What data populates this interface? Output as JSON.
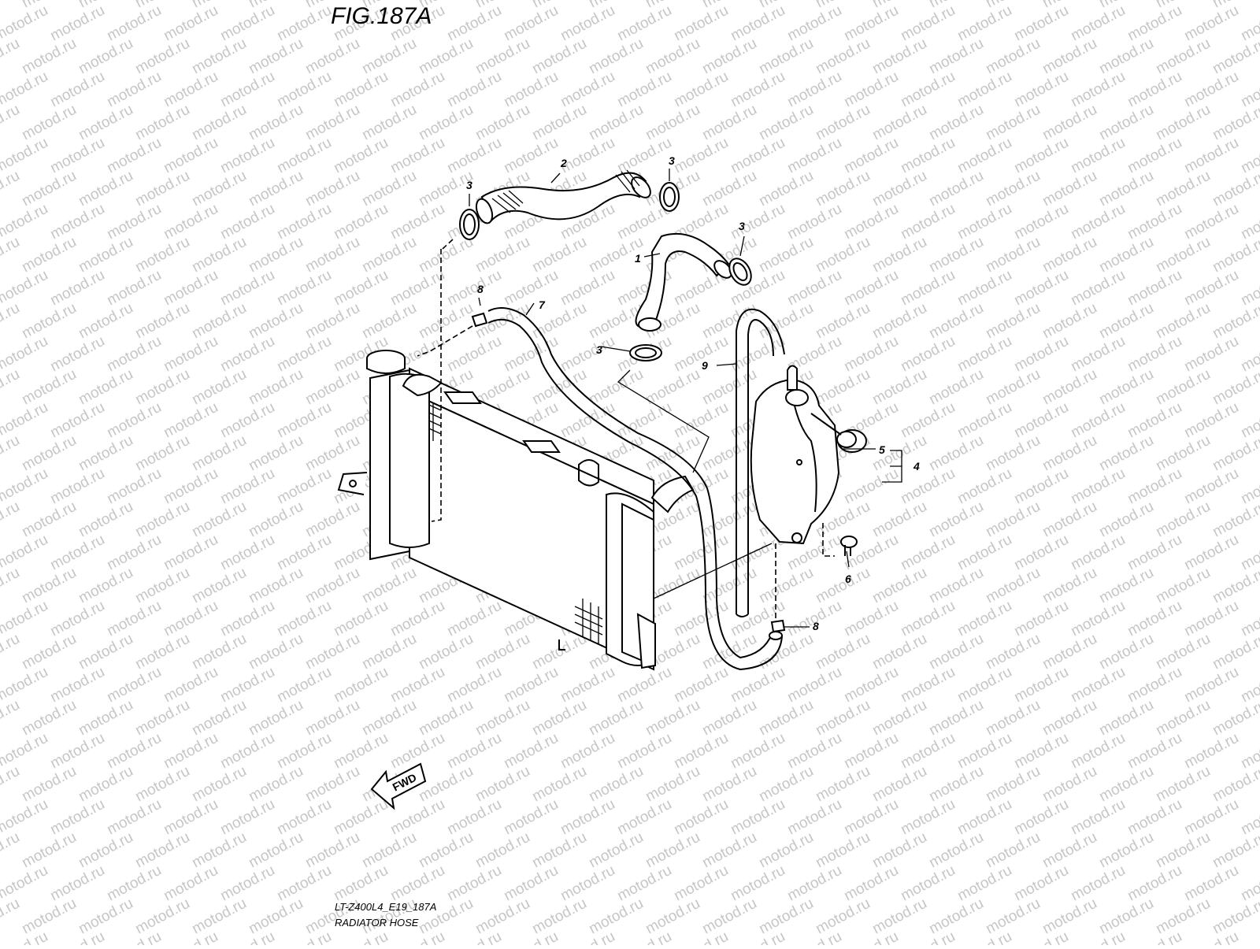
{
  "figure": {
    "title": "FIG.187A",
    "model_code": "LT-Z400L4_E19_187A",
    "name": "RADIATOR HOSE"
  },
  "watermark": "motod.ru",
  "callouts": [
    "1",
    "2",
    "3",
    "3",
    "3",
    "3",
    "4",
    "5",
    "6",
    "7",
    "8",
    "8",
    "9"
  ],
  "direction_label": "FWD"
}
